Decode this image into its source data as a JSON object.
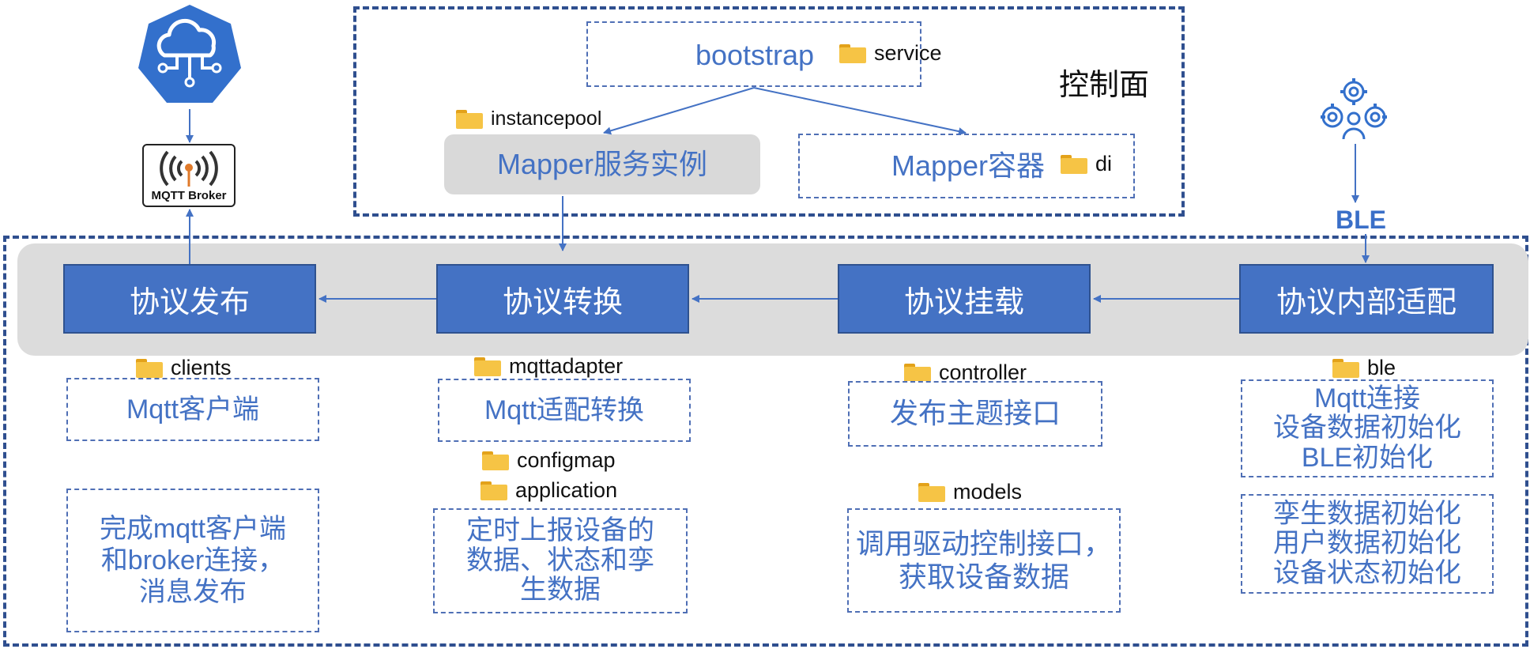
{
  "control_plane": {
    "title": "控制面",
    "bootstrap": "bootstrap",
    "service_folder": "service",
    "instancepool_folder": "instancepool",
    "mapper_instance": "Mapper服务实例",
    "mapper_container": "Mapper容器",
    "di_folder": "di"
  },
  "left_icon": {
    "broker_label": "MQTT Broker"
  },
  "right_icon": {
    "ble_label": "BLE"
  },
  "protocols": [
    {
      "label": "协议发布"
    },
    {
      "label": "协议转换"
    },
    {
      "label": "协议挂载"
    },
    {
      "label": "协议内部适配"
    }
  ],
  "columns": {
    "publish": {
      "folder": "clients",
      "box1": "Mqtt客户端",
      "box2_lines": [
        "完成mqtt客户端",
        "和broker连接，",
        "消息发布"
      ]
    },
    "convert": {
      "folder": "mqttadapter",
      "box1": "Mqtt适配转换",
      "folder2": "configmap",
      "folder3": "application",
      "box2_lines": [
        "定时上报设备的",
        "数据、状态和孪",
        "生数据"
      ]
    },
    "mount": {
      "folder": "controller",
      "box1": "发布主题接口",
      "folder2": "models",
      "box2_lines": [
        "调用驱动控制接口，",
        "获取设备数据"
      ]
    },
    "adapt": {
      "folder": "ble",
      "box1_lines": [
        "Mqtt连接",
        "设备数据初始化",
        "BLE初始化"
      ],
      "box2_lines": [
        "孪生数据初始化",
        "用户数据初始化",
        "设备状态初始化"
      ]
    }
  },
  "colors": {
    "accent": "#4472c4",
    "dash_border": "#2f4f8f",
    "band_gray": "#dcdcdc",
    "folder_yellow": "#f6c445"
  }
}
